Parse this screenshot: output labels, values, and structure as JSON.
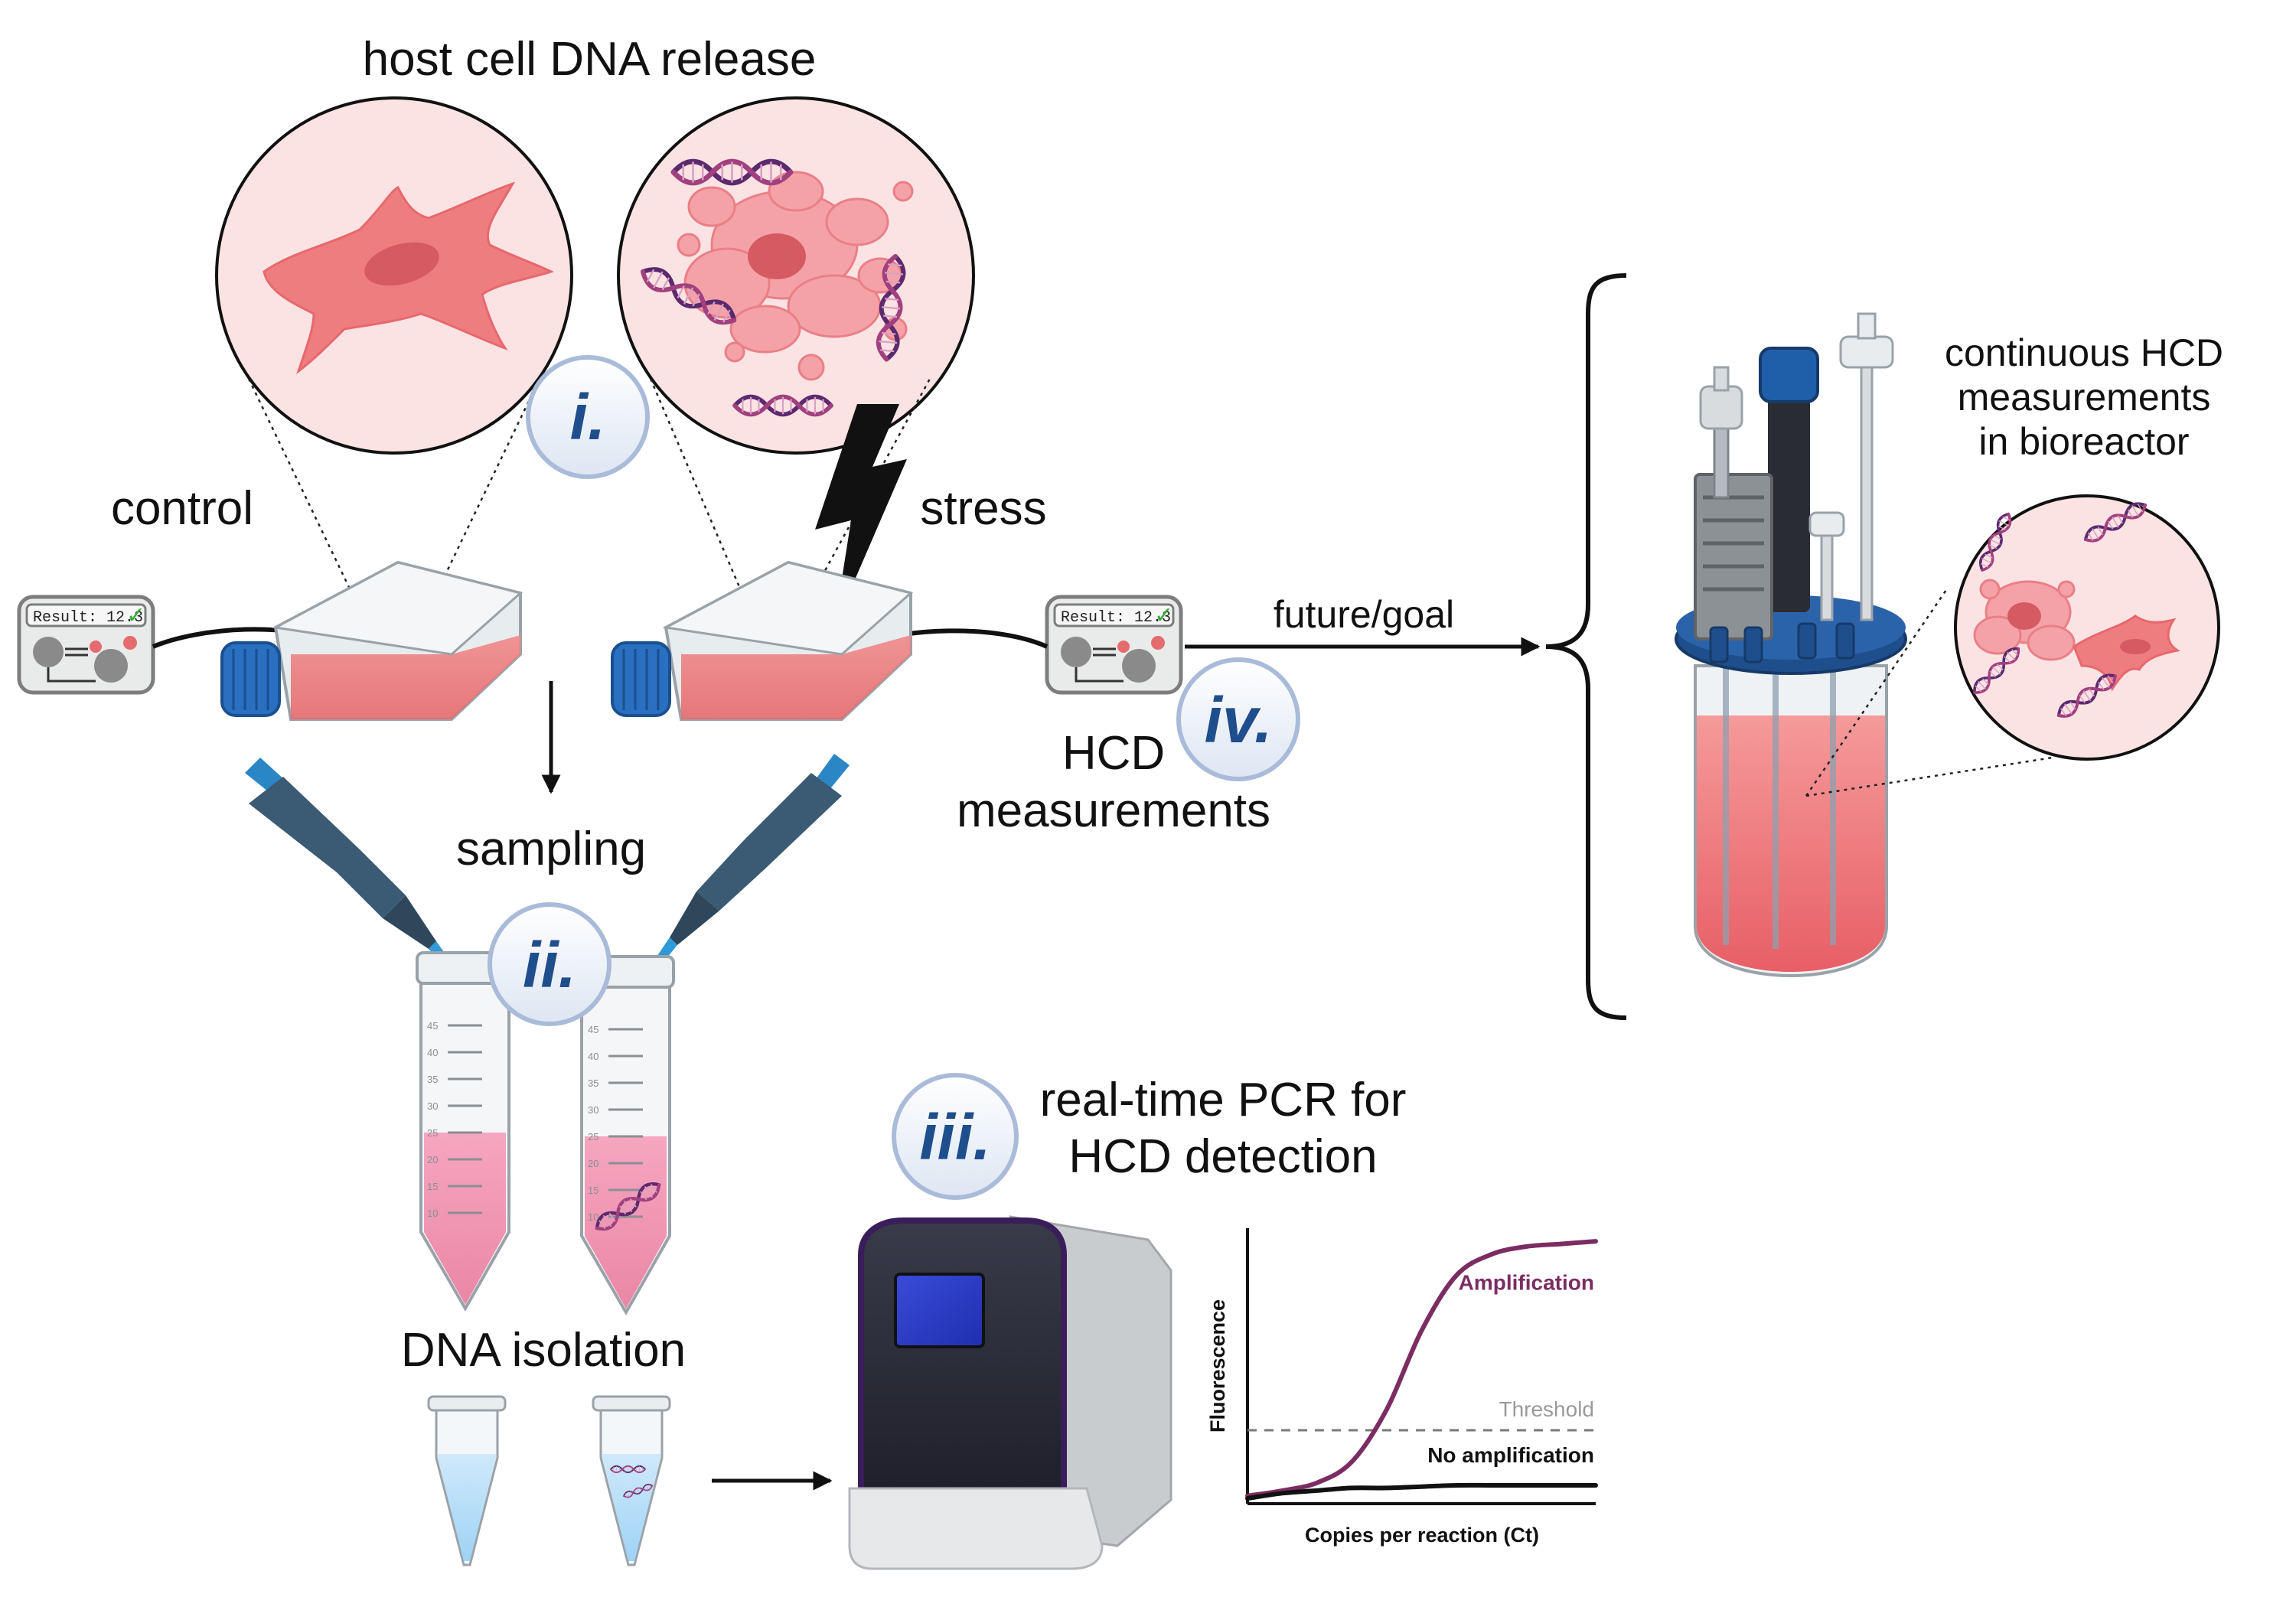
{
  "labels": {
    "host_release": "host cell DNA release",
    "control": "control",
    "stress": "stress",
    "sampling": "sampling",
    "dna_isolation": "DNA isolation",
    "hcd": "HCD",
    "measurements": "measurements",
    "future_goal": "future/goal",
    "continuous_1": "continuous HCD",
    "continuous_2": "measurements",
    "continuous_3": "in bioreactor",
    "pcr_1": "real-time PCR for",
    "pcr_2": "HCD detection"
  },
  "steps": {
    "i": "i.",
    "ii": "ii.",
    "iii": "iii.",
    "iv": "iv."
  },
  "devices": {
    "result_text": "Result: 12.3"
  },
  "tube_scale": [
    "45",
    "40",
    "35",
    "30",
    "25",
    "20",
    "15",
    "10"
  ],
  "chart_data": {
    "type": "line",
    "xlabel": "Copies per reaction (Ct)",
    "ylabel": "Fluorescence",
    "series": [
      {
        "name": "Amplification",
        "color": "#7b2d62",
        "x": [
          0,
          1,
          2,
          3,
          4,
          5,
          6,
          7,
          8,
          9,
          10
        ],
        "y": [
          0.03,
          0.05,
          0.08,
          0.16,
          0.36,
          0.66,
          0.87,
          0.95,
          0.98,
          0.99,
          1.0
        ]
      },
      {
        "name": "No amplification",
        "color": "#111111",
        "x": [
          0,
          1,
          2,
          3,
          4,
          5,
          6,
          7,
          8,
          9,
          10
        ],
        "y": [
          0.02,
          0.04,
          0.05,
          0.06,
          0.06,
          0.065,
          0.07,
          0.07,
          0.07,
          0.07,
          0.07
        ]
      }
    ],
    "threshold": {
      "label": "Threshold",
      "value": 0.28
    },
    "xlim": [
      0,
      10
    ],
    "ylim": [
      0,
      1.05
    ]
  },
  "colors": {
    "pink": "#ee7a80",
    "pink_light": "#fbe4e4",
    "dna_purple": "#5b2a6e",
    "blue_accent": "#1f4e8c",
    "pipette": "#3b5a73"
  }
}
